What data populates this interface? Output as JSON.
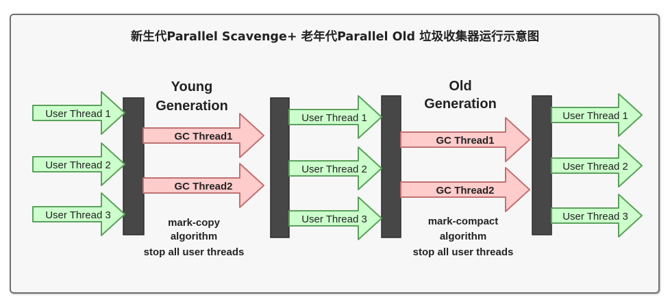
{
  "title": "新生代Parallel Scavenge+ 老年代Parallel Old 垃圾收集器运行示意图",
  "young_section": {
    "heading_line1": "Young",
    "heading_line2": "Generation",
    "gc_threads": [
      "GC Thread1",
      "GC Thread2"
    ],
    "notes": [
      "mark-copy",
      "algorithm",
      "stop all user threads"
    ]
  },
  "old_section": {
    "heading_line1": "Old",
    "heading_line2": "Generation",
    "gc_threads": [
      "GC Thread1",
      "GC Thread2"
    ],
    "notes": [
      "mark-compact",
      "algorithm",
      "stop all user threads"
    ]
  },
  "user_threads_stage1": [
    "User Thread 1",
    "User Thread 2",
    "User Thread 3"
  ],
  "user_threads_stage2": [
    "User Thread 1",
    "User Thread 2",
    "User Thread 3"
  ],
  "user_threads_stage3": [
    "User Thread 1",
    "User Thread 2",
    "User Thread 3"
  ],
  "colors": {
    "user_arrow_fill": "#ccffcc",
    "user_arrow_stroke": "#5aa05a",
    "gc_arrow_fill": "#ffcccc",
    "gc_arrow_stroke": "#c07070",
    "barrier_fill": "#474747",
    "text": "#222222"
  }
}
